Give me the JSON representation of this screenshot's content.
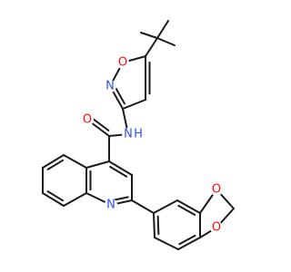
{
  "structure": {
    "colors": {
      "carbon_bond": "#1a1a1a",
      "oxygen": "#ff0d0d",
      "nitrogen": "#3050f8"
    },
    "atoms": [
      {
        "id": "o_isox",
        "label": "O",
        "element": "oxygen"
      },
      {
        "id": "n_isox",
        "label": "N",
        "element": "nitrogen"
      },
      {
        "id": "o_carbonyl",
        "label": "O",
        "element": "oxygen"
      },
      {
        "id": "n_amide",
        "label": "N",
        "element": "nitrogen"
      },
      {
        "id": "h_amide",
        "label": "H",
        "element": "nitrogen"
      },
      {
        "id": "n_quinoline",
        "label": "N",
        "element": "nitrogen"
      },
      {
        "id": "o_dioxole_top",
        "label": "O",
        "element": "oxygen"
      },
      {
        "id": "o_dioxole_bottom",
        "label": "O",
        "element": "oxygen"
      }
    ]
  }
}
